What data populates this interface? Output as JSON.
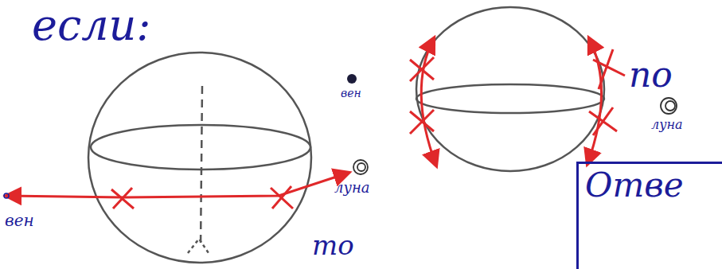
{
  "diagram": {
    "nodes": [
      {
        "text": [
          "Отве"
        ]
      }
    ],
    "labels": [
      "если:",
      "вен",
      "луна",
      "то",
      "вен",
      "луна",
      "по"
    ]
  }
}
